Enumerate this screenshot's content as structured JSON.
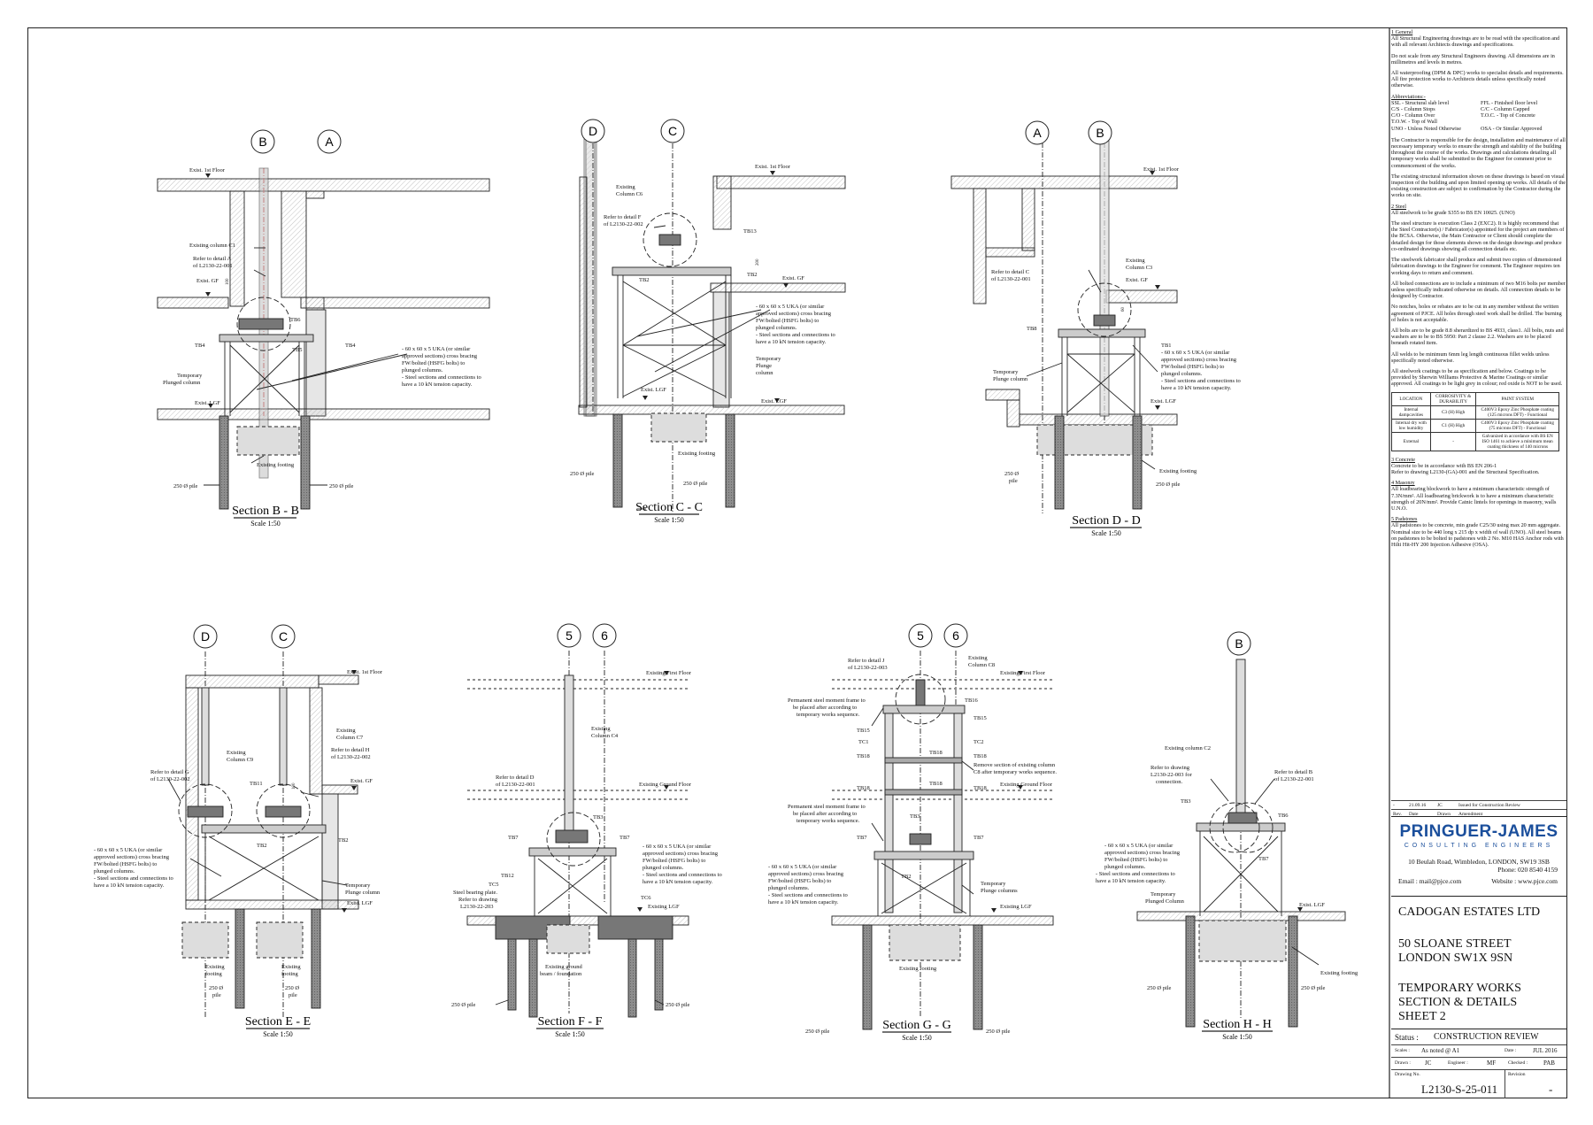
{
  "columns": {
    "B": "B",
    "A": "A",
    "D": "D",
    "C": "C",
    "5": "5",
    "6": "6"
  },
  "sections": [
    {
      "title": "Section B - B",
      "scale": "Scale 1:50"
    },
    {
      "title": "Section C - C",
      "scale": "Scale 1:50"
    },
    {
      "title": "Section D - D",
      "scale": "Scale 1:50"
    },
    {
      "title": "Section E - E",
      "scale": "Scale 1:50"
    },
    {
      "title": "Section F - F",
      "scale": "Scale 1:50"
    },
    {
      "title": "Section G - G",
      "scale": "Scale 1:50"
    },
    {
      "title": "Section H - H",
      "scale": "Scale 1:50"
    }
  ],
  "labels": {
    "exist_1st_floor": "Exist. 1st Floor",
    "exist_gf": "Exist. GF",
    "exist_lgf": "Exist. LGF",
    "existing_first_floor": "Existing First Floor",
    "existing_ground_floor": "Existing Ground Floor",
    "existing_lgf": "Existing LGF",
    "existing_footing": "Existing footing",
    "pile": "250 Ø pile",
    "pile_short": "250 Ø",
    "pile_word": "pile",
    "temp_plunged": "Temporary",
    "plunged_column": "Plunged column",
    "plunge": "Plunge",
    "column": "column",
    "plunge_column": "Plunge column",
    "plunge_columns": "Plunge columns",
    "plunged_column_cap": "Plunged Column",
    "existing": "Existing",
    "footing": "footing",
    "tb4": "TB4",
    "tb5": "TB5",
    "tb6": "TB6",
    "tb2": "TB2",
    "tb13": "TB13",
    "tb8": "TB8",
    "tb1": "TB1",
    "tb11": "TB11",
    "tb7": "TB7",
    "tb3": "TB3",
    "tb12": "TB12",
    "tc5": "TC5",
    "tc6": "TC6",
    "tb16": "TB16",
    "tb15": "TB15",
    "tc1": "TC1",
    "tc2": "TC2",
    "tb18": "TB18",
    "dim100": "100",
    "dim200": "200",
    "dim60": "60",
    "existing_column_c1": "Existing column C1",
    "refer_detail_a": "Refer to detail A",
    "ref_l2130_001": "of L2130-22-001",
    "ref_l2130_002": "of L2130-22-002",
    "ref_l2130_003": "of L2130-22-003",
    "existing_col": "Existing",
    "column_c6": "Column C6",
    "column_c3": "Column C3",
    "column_c7": "Column C7",
    "column_c9": "Column C9",
    "column_c4": "Column C4",
    "column_c8": "Column C8",
    "existing_column_c2": "Existing column C2",
    "refer_detail_f": "Refer to detail F",
    "refer_detail_c": "Refer to detail C",
    "refer_detail_g": "Refer to detail G",
    "refer_detail_h": "Refer to detail H",
    "refer_detail_d": "Refer to detail D",
    "refer_detail_j": "Refer to detail J",
    "refer_detail_b": "Refer to detail B",
    "refer_drawing": "Refer to drawing",
    "ref_l2130_003_for": "L2130-22-003 for",
    "connection": "connection.",
    "bracing_note": [
      "- 60 x 60 x 5 UKA (or similar",
      "approved sections) cross bracing",
      "FW/bolted (HSFG bolts) to",
      "plunged columns.",
      "- Steel sections and connections to",
      "have a 10 kN tension capacity."
    ],
    "perm_frame": [
      "Permanent steel moment frame to",
      "be placed after according to",
      "temporary works sequence."
    ],
    "remove_section": [
      "Remove section of existing column",
      "C8 after temporary works sequence."
    ],
    "steel_bearing": [
      "Steel bearing plate.",
      "Refer to drawing",
      "L2130-22-203"
    ],
    "existing_ground": [
      "Existing ground",
      "beam / foundation"
    ],
    "temporary_plunge_columns": "Temporary"
  },
  "notes": {
    "general_h": "1 General",
    "general": [
      "All Structural Engineering drawings are to be read with the specification and with all relevant Architects drawings and specifications.",
      "Do not scale from any Structural Engineers drawing.  All dimensions are in millimetres and levels in metres.",
      "All waterproofing (DPM & DPC) works to specialist details and requirements.",
      "All fire protection works to Architects details unless specifically noted otherwise."
    ],
    "abbr_h": "Abbreviations:-",
    "abbr": [
      "SSL - Structural slab level",
      "FFL - Finished floor level",
      "C/S - Column Stops",
      "C/C - Column Capped",
      "C/O - Column Over",
      "T.O.C. - Top of Concrete",
      "T.O.W. - Top of Wall",
      "",
      "UNO - Unless Noted Otherwise",
      "OSA - Or Similar Approved"
    ],
    "contractor": [
      "The Contractor is responsible for the design, installation and maintenance of all necessary temporary works to ensure the strength and stability of the building throughout the course of the works.  Drawings and calculations detailing all temporary works shall be submitted to the Engineer for comment prior to commencement of the works.",
      "The existing structural information shown on these drawings is based on visual inspection of the building and upon limited opening up works. All details of the existing construction are subject to confirmation by the Contractor during the works on site."
    ],
    "steel_h": "2 Steel",
    "steel": [
      "All steelwork to be grade S355 to BS EN 10025. (UNO)",
      "The steel structure is execution Class 2 (EXC2). It is highly recommend that the Steel Contractor(s) / Fabricator(s) appointed for the project are members of the BCSA. Otherwise, the Main Contractor or Client should complete the detailed design for those elements shown on the design drawings and produce co-ordinated drawings showing all connection details etc.",
      "The steelwork fabricator shall produce and submit two copies of dimensioned fabrication drawings to the Engineer for comment. The Engineer requires ten working days to return and comment.",
      "All bolted connections are to include a minimum of two M16 bolts per member unless specifically indicated otherwise on details. All connection details to be designed by Contractor.",
      "No notches, holes or rebates are to be cut in any member without the written agreement of PJCE. All holes through steel work shall be drilled. The burning of holes is not acceptable.",
      "All bolts are to be grade 8.8 sherardized to BS 4933, class1. All bolts, nuts and washers are to be to BS 5950: Part 2 clause 2.2. Washers are to be placed beneath rotated item.",
      "All welds to be minimum 6mm leg length continuous fillet welds unless specifically noted otherwise.",
      "All steelwork coatings to be as specification and below. Coatings to be provided by Sherwin Williams Protective & Marine Coatings or similar approved. All coatings to be light grey in colour; red oxide is NOT to be used."
    ],
    "paint_headers": [
      "LOCATION",
      "CORROSIVITY & DURABILITY",
      "PAINT SYSTEM"
    ],
    "paint_rows": [
      [
        "Internal dampcavities",
        "C3 (H) High",
        "C400V3 Epoxy Zinc Phosphate coating (125 microns DFT) - Functional"
      ],
      [
        "Internal dry with low humidity",
        "C1 (H) High",
        "C400V3 Epoxy Zinc Phosphate coating (75 microns DFT) - Functional"
      ],
      [
        "External",
        "-",
        "Galvanized in accordance with BS EN ISO 1461 to achieve a minimum mean coating thickness of 140 microns"
      ]
    ],
    "concrete_h": "3 Concrete",
    "concrete": [
      "Concrete to be in accordance with BS EN 206-1",
      "Refer to drawing L2130-(GA)-001 and the Structural Specification."
    ],
    "masonry_h": "4 Masonry",
    "masonry": [
      "All loadbearing blockwork to have a minimum characteristic strength of 7.3N/mm². All loadbearing brickwork is to have a minimum characteristic strength of 20N/mm². Provide Catnic lintels for openings in masonry, walls U.N.O."
    ],
    "padstones_h": "5 Padstones",
    "padstones": [
      "All padstones to be concrete, min grade C25/30 using max 20 mm aggregate. Nominal size to be 440 long x 215 dp x width of wall (UNO). All steel beams on padstones to be bolted to padstones with 2 No. M10 HAS  Anchor rods with Hilti Hit-HY 200 Injection Adhesive (OSA)."
    ]
  },
  "revision": {
    "row": {
      "rev": "-",
      "date": "21.09.16",
      "drawn": "JC",
      "amendment": "Issued for Construction Review"
    },
    "headers": {
      "rev": "Rev.",
      "date": "Date",
      "drawn": "Drawn",
      "amendment": "Amendment"
    }
  },
  "company": {
    "name": "PRINGUER-JAMES",
    "sub": "CONSULTING  ENGINEERS",
    "address": "10 Beulah Road, Wimbledon, LONDON,  SW19 3SB",
    "phone": "Phone: 020 8540 4159",
    "email": "Email : mail@pjce.com",
    "website": "Website : www.pjce.com"
  },
  "project": {
    "client": "CADOGAN ESTATES LTD",
    "addr1": "50 SLOANE STREET",
    "addr2": "LONDON SW1X 9SN",
    "title1": "TEMPORARY WORKS",
    "title2": "SECTION & DETAILS",
    "title3": "SHEET 2"
  },
  "status": {
    "status_label": "Status :",
    "status_value": "CONSTRUCTION REVIEW",
    "scales_label": "Scales :",
    "scales_value": "As noted @ A1",
    "date_label": "Date :",
    "date_value": "JUL 2016",
    "drawn_label": "Drawn :",
    "drawn_value": "JC",
    "engineer_label": "Engineer :",
    "engineer_value": "MF",
    "checked_label": "Checked :",
    "checked_value": "PAB",
    "drawing_no_label": "Drawing No.",
    "drawing_no": "L2130-S-25-011",
    "revision_label": "Revision",
    "revision_value": "-"
  },
  "colors": {
    "brand": "#1b4f9c",
    "line": "#222222",
    "hatch": "#9a9a9a",
    "fill": "#d8d8d8"
  }
}
